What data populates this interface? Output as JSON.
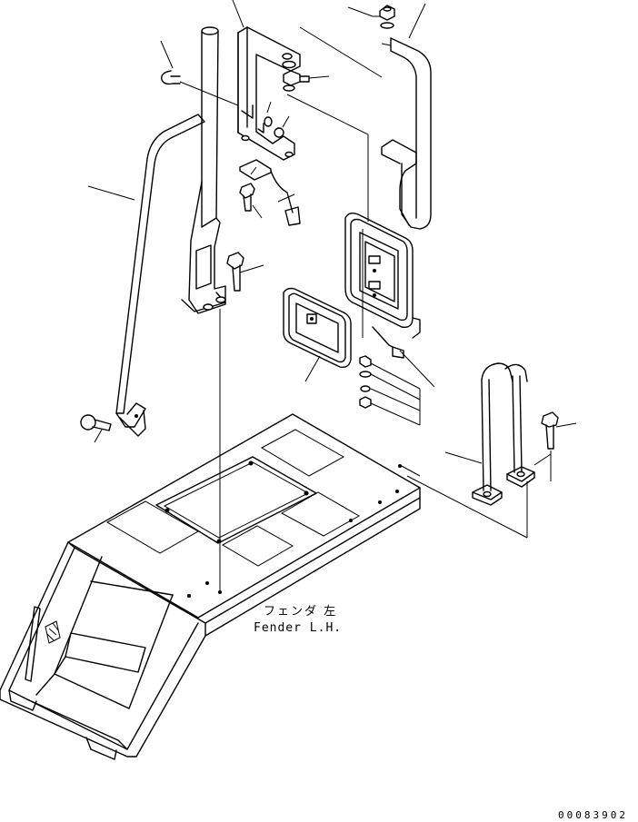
{
  "labels": {
    "fender_jp": "フェンダ 左",
    "fender_en": "Fender L.H."
  },
  "drawing_code": "00083902"
}
